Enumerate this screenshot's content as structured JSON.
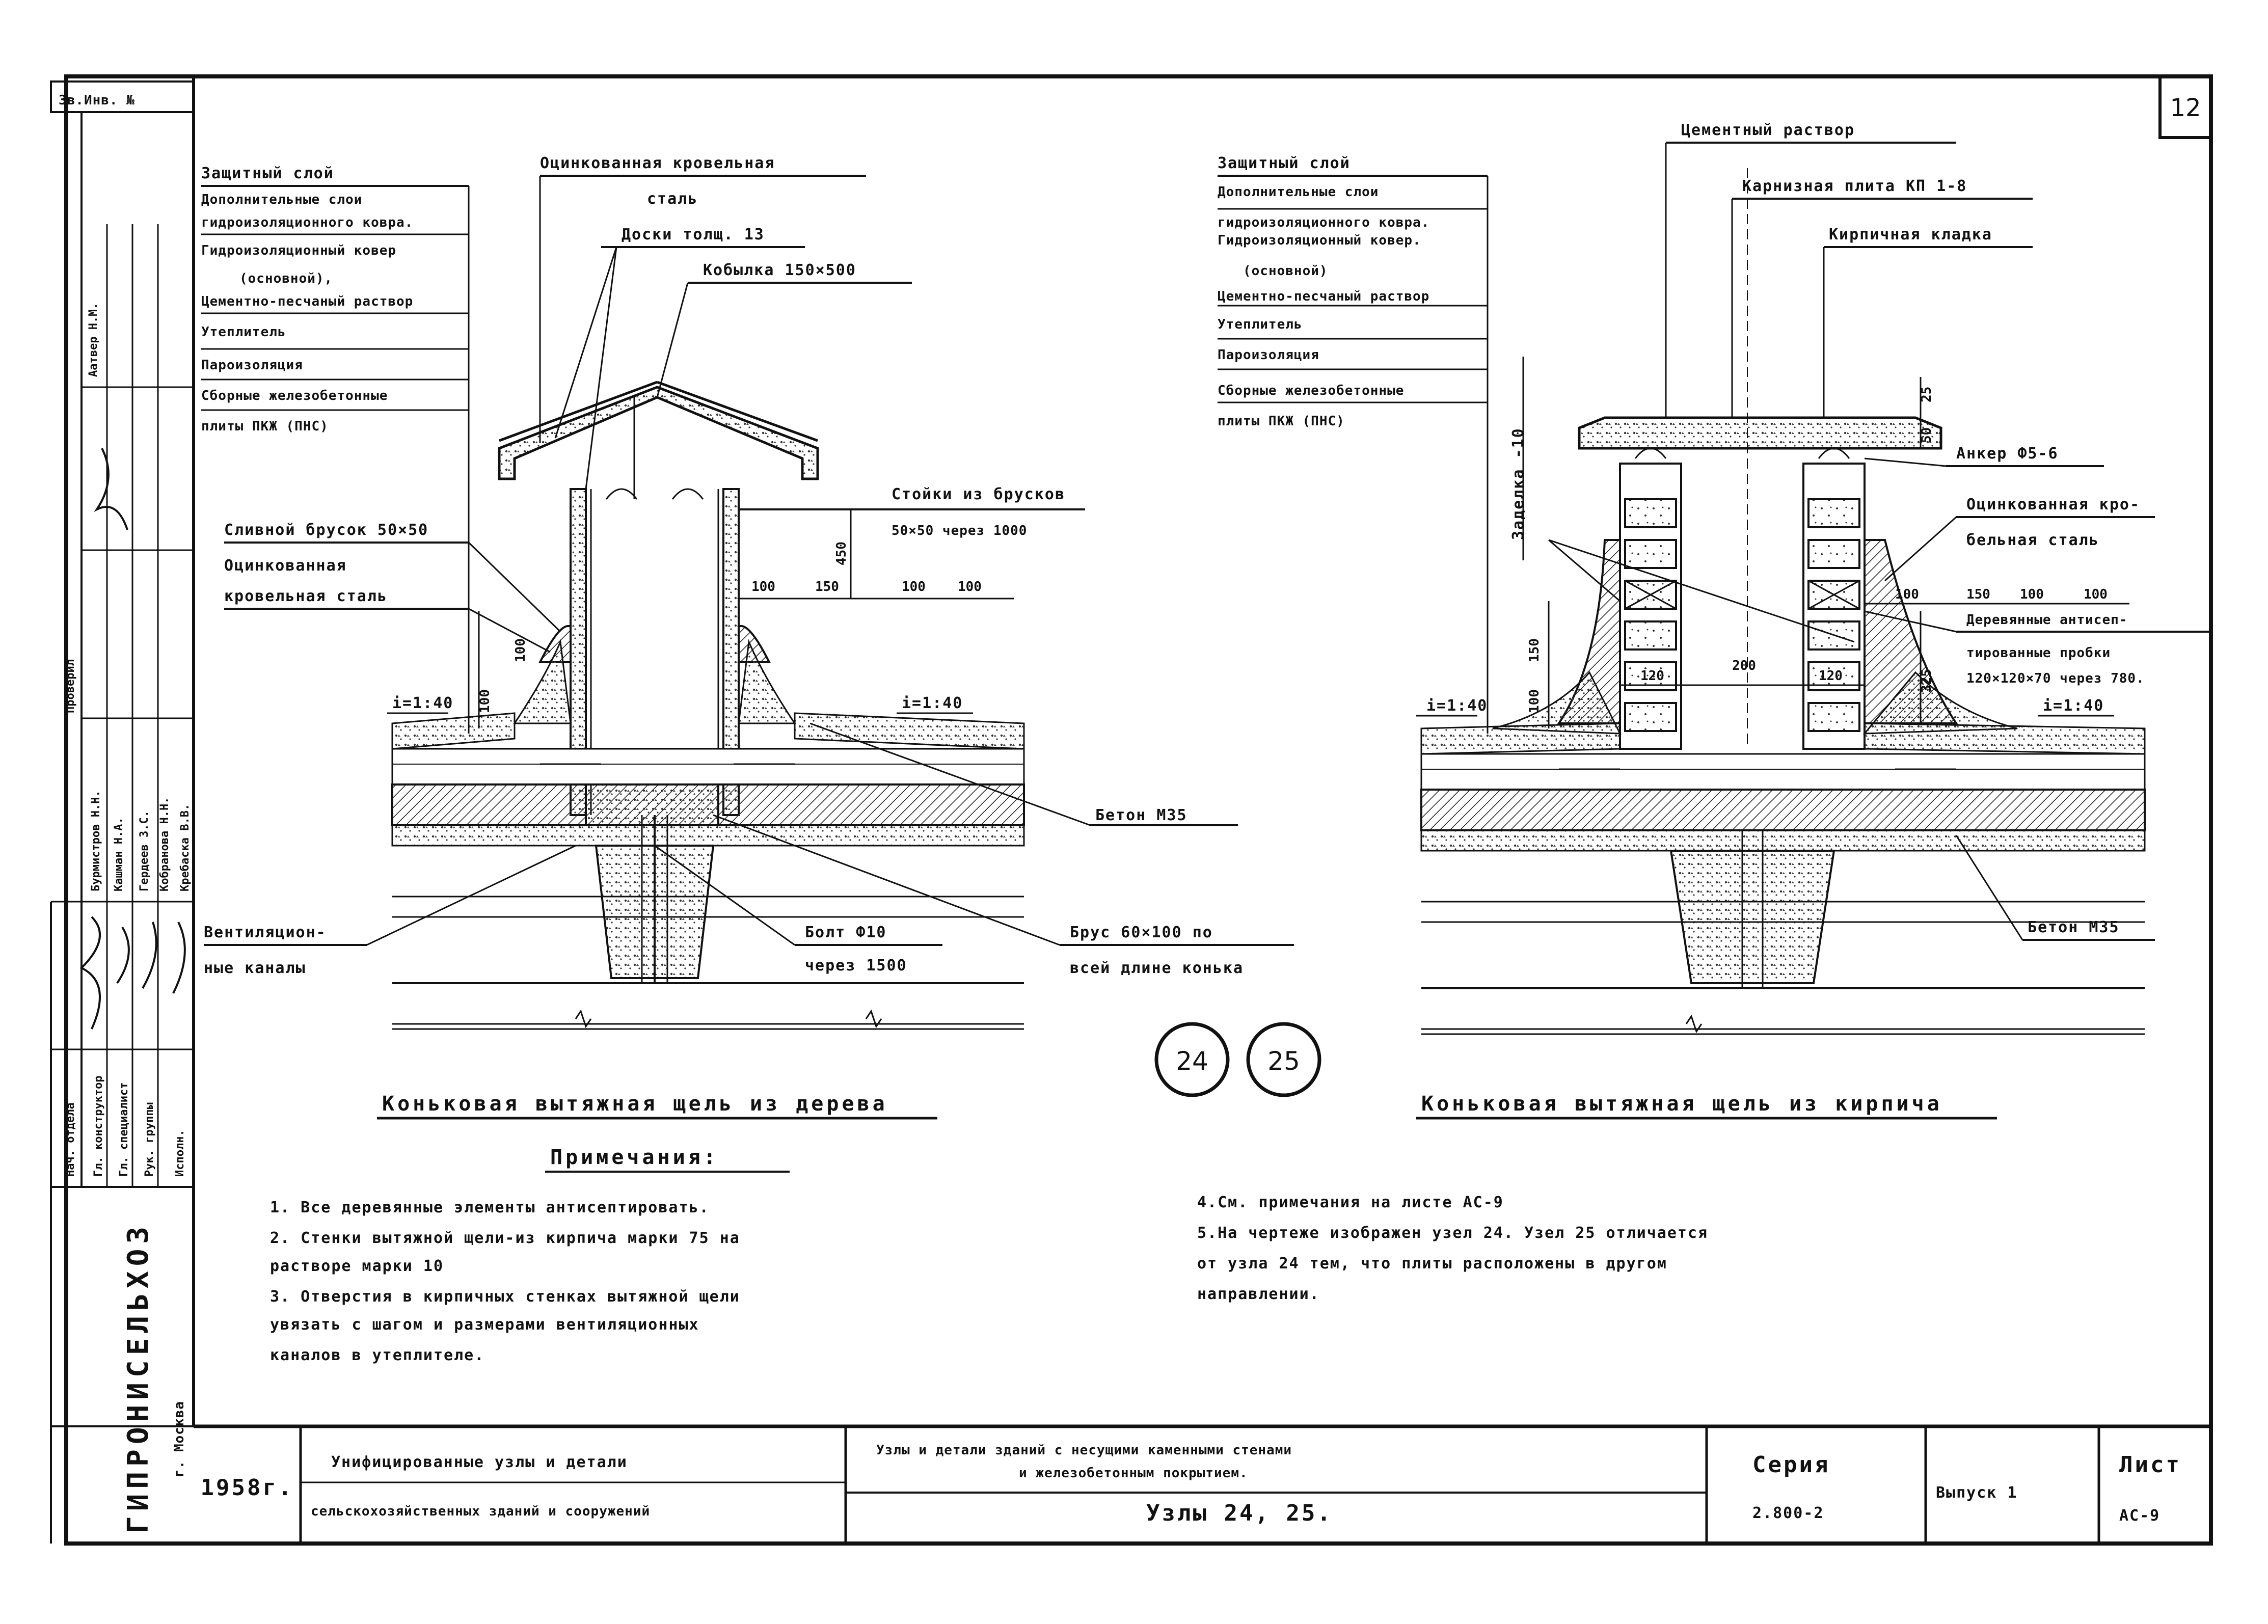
{
  "sheet_number": "12",
  "stamp_inv": "Зв.Инв. №",
  "left_strip": {
    "cols": [
      "Аатвер Н.М.",
      "Бурмистров Н.Н.",
      "Кашман Н.А.",
      "Гердеев З.С.",
      "Кобранова Н.Н.",
      "Кребаска В.В."
    ],
    "roles": [
      "Нач. отдела",
      "Гл. конструктор",
      "Гл. специалист",
      "Рук. группы",
      "Исполн."
    ],
    "roles2": [
      "Проверил"
    ],
    "org": "ГИПРОНИСЕЛЬХОЗ",
    "city": "г. Москва"
  },
  "left_layers": [
    "Защитный слой",
    "Дополнительные слои",
    "гидроизоляционного ковра.",
    "Гидроизоляционный ковер",
    "(основной),",
    "Цементно-песчаный раствор",
    "Утеплитель",
    "Пароизоляция",
    "Сборные железобетонные",
    "плиты ПКЖ (ПНС)"
  ],
  "right_layers": [
    "Защитный слой",
    "Дополнительные слои",
    "гидроизоляционного ковра.",
    "Гидроизоляционный ковер.",
    "(основной)",
    "Цементно-песчаный раствор",
    "Утеплитель",
    "Пароизоляция",
    "Сборные железобетонные",
    "плиты ПКЖ (ПНС)"
  ],
  "left_callouts": {
    "zinc_steel": "Оцинкованная кровельная",
    "zinc_steel2": "сталь",
    "boards": "Доски толщ. 13",
    "kobylka": "Кобылка 150×500",
    "posts": "Стойки из брусков",
    "posts2": "50×50 через 1000",
    "bar": "Сливной брусок 50×50",
    "zinc2": "Оцинкованная",
    "zinc2b": "кровельная сталь",
    "slope_l": "i=1:40",
    "slope_r": "i=1:40",
    "beton": "Бетон М35",
    "vent1": "Вентиляцион-",
    "vent2": "ные каналы",
    "bolt": "Болт Ф10",
    "bolt2": "через 1500",
    "brus": "Брус 60×100 по",
    "brus2": "всей длине конька",
    "dims": [
      "100",
      "150",
      "100",
      "100",
      "450",
      "100",
      "100"
    ]
  },
  "right_callouts": {
    "mortar": "Цементный раствор",
    "plate": "Карнизная плита КП 1-8",
    "masonry": "Кирпичная кладка",
    "anchor": "Анкер Ф5-6",
    "zinc": "Оцинкованная кро-",
    "zinc2": "бельная сталь",
    "zadelka": "Заделка -10",
    "plugs": "Деревянные антисеп-",
    "plugs2": "тированные пробки",
    "plugs3": "120×120×70 через 780.",
    "slope_l": "i=1:40",
    "slope_r": "i=1:40",
    "beton": "Бетон М35",
    "dims": [
      "25",
      "50",
      "150",
      "100",
      "100",
      "100",
      "120",
      "200",
      "120",
      "325",
      "150",
      "100"
    ]
  },
  "nodes": [
    "24",
    "25"
  ],
  "title_left": "Коньковая вытяжная щель из дерева",
  "title_right": "Коньковая вытяжная щель из кирпича",
  "notes_title": "Примечания:",
  "notes_left": [
    "1. Все деревянные элементы антисептировать.",
    "2. Стенки вытяжной щели-из кирпича марки 75 на",
    "   растворе марки 10",
    "3. Отверстия в кирпичных стенках вытяжной щели",
    "   увязать с шагом и размерами вентиляционных",
    "   каналов в утеплителе."
  ],
  "notes_right": [
    "4.См. примечания на листе АС-9",
    "5.На чертеже изображен узел 24. Узел 25 отличается",
    "  от узла 24 тем, что плиты расположены в другом",
    "  направлении."
  ],
  "title_block": {
    "year": "1958г.",
    "unified1": "Унифицированные узлы и детали",
    "unified2": "сельскохозяйственных зданий и сооружений",
    "subject1": "Узлы и детали зданий с несущими каменными стенами",
    "subject2": "и железобетонным покрытием.",
    "nodes": "Узлы 24, 25.",
    "series_label": "Серия",
    "series": "2.800-2",
    "issue": "Выпуск 1",
    "sheet_label": "Лист",
    "sheet": "АС-9"
  }
}
